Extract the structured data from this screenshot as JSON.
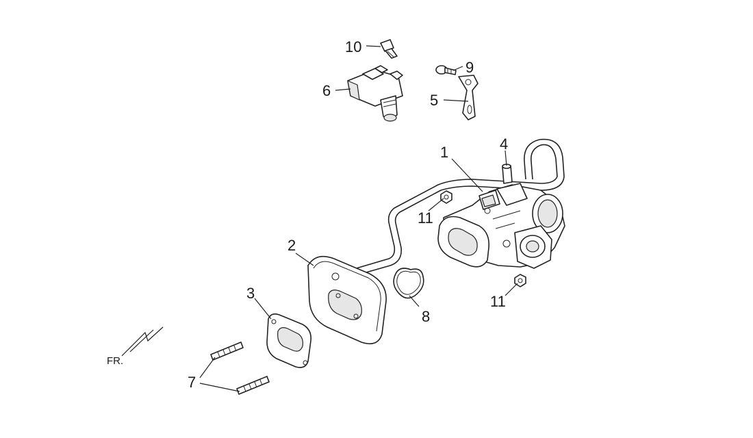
{
  "callouts": {
    "c1": "1",
    "c2": "2",
    "c3": "3",
    "c4": "4",
    "c5": "5",
    "c6": "6",
    "c7": "7",
    "c8": "8",
    "c9": "9",
    "c10": "10",
    "c11a": "11",
    "c11b": "11"
  },
  "direction_label": "FR."
}
